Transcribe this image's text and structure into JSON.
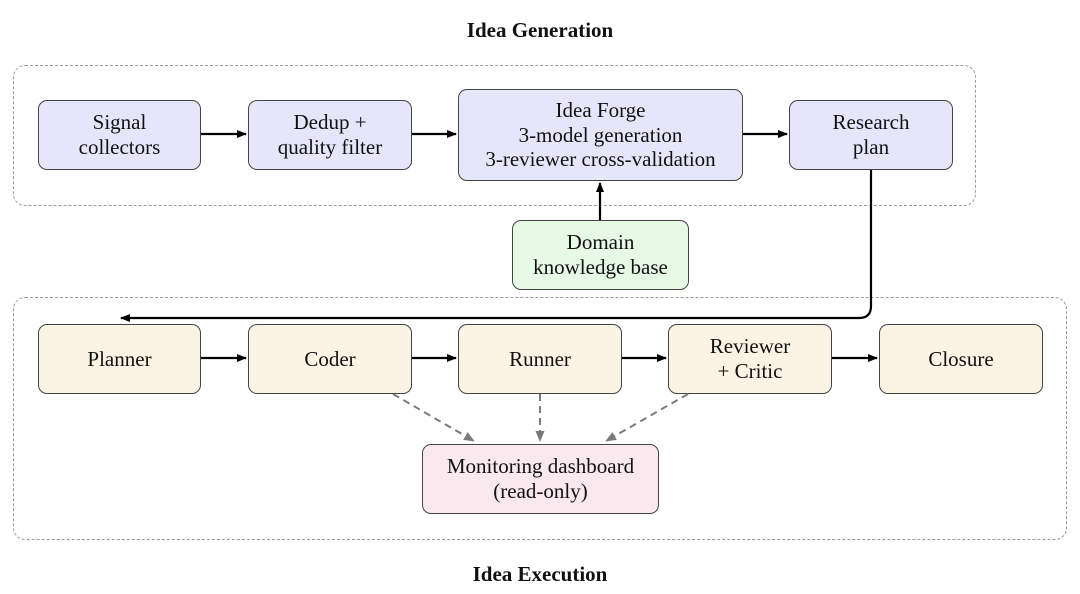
{
  "sections": {
    "generation_title": "Idea Generation",
    "execution_title": "Idea Execution"
  },
  "nodes": {
    "signal_collectors": {
      "lines": [
        "Signal",
        "collectors"
      ]
    },
    "dedup_filter": {
      "lines": [
        "Dedup +",
        "quality filter"
      ]
    },
    "idea_forge": {
      "lines": [
        "Idea Forge",
        "3-model generation",
        "3-reviewer cross-validation"
      ]
    },
    "research_plan": {
      "lines": [
        "Research",
        "plan"
      ]
    },
    "domain_kb": {
      "lines": [
        "Domain",
        "knowledge base"
      ]
    },
    "planner": {
      "lines": [
        "Planner"
      ]
    },
    "coder": {
      "lines": [
        "Coder"
      ]
    },
    "runner": {
      "lines": [
        "Runner"
      ]
    },
    "reviewer_critic": {
      "lines": [
        "Reviewer",
        "+ Critic"
      ]
    },
    "closure": {
      "lines": [
        "Closure"
      ]
    },
    "monitoring_dashboard": {
      "lines": [
        "Monitoring dashboard",
        "(read-only)"
      ]
    }
  },
  "colors": {
    "generation_fill": "#e6e6fb",
    "knowledge_fill": "#e6f9e4",
    "execution_fill": "#fbf3e4",
    "monitoring_fill": "#f9e8ee",
    "edge": "#000000",
    "monitor_edge": "#7a7a7a"
  }
}
